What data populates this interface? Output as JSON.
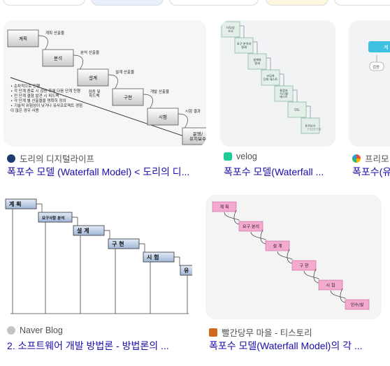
{
  "results": [
    {
      "source": "도리의 디지털라이프",
      "title": "폭포수 모델 (Waterfall Model) < 도리의 디...",
      "thumb": {
        "steps": [
          "계획",
          "분석",
          "설계",
          "구현",
          "시험",
          "운영/\n유지보수"
        ],
        "outputs": [
          "계획 산출물",
          "분석 산출물",
          "설계 산출물",
          "개발 산출물",
          "시험 결과"
        ],
        "verify": "검증 및\n피드백",
        "notes": [
          "• 순차적으로 진행",
          "• 각 단계 종료 시 검증 후에 다음 단계 진행",
          "• 전 단계 결함 발견 시 피드백",
          "• 각 단계 별 산출물을 명확히 정의",
          "• 기술적 위험성이 낮거나 유사프로젝트 경험",
          "  이 많은 경우 사용"
        ]
      }
    },
    {
      "source": "velog",
      "title": "폭포수 모델(Waterfall ...",
      "thumb": {
        "steps": [
          "타당성\n조사",
          "요구 분석과\n명세",
          "설계와\n명세",
          "코딩과\n단위 테스트",
          "통합과\n시스템\n테스트",
          "인도",
          "유지보수"
        ],
        "watermark": "FREEPIK"
      }
    },
    {
      "source": "프리모",
      "title": "폭포수(유",
      "thumb": {
        "labels": [
          "계",
          "검증"
        ]
      }
    },
    {
      "source": "Naver Blog",
      "title": "2. 소프트웨어 개발 방법론 - 방법론의 ...",
      "thumb": {
        "steps": [
          "계 획",
          "요구사항 분석",
          "설 계",
          "구 현",
          "시 험",
          "유"
        ]
      }
    },
    {
      "source": "빨간당무 마을 - 티스토리",
      "title": "폭포수 모델(Waterfall Model)의 각 ...",
      "thumb": {
        "steps": [
          "계 획",
          "요구 분석",
          "설 계",
          "구 현",
          "시 험",
          "인수/설"
        ]
      }
    }
  ],
  "colors": {
    "link": "#1a0dab",
    "source_text": "#4d5156",
    "thumb_bg": "#f1f3f4",
    "velog_green": "#20c997",
    "pink": "#f4a9cf"
  }
}
